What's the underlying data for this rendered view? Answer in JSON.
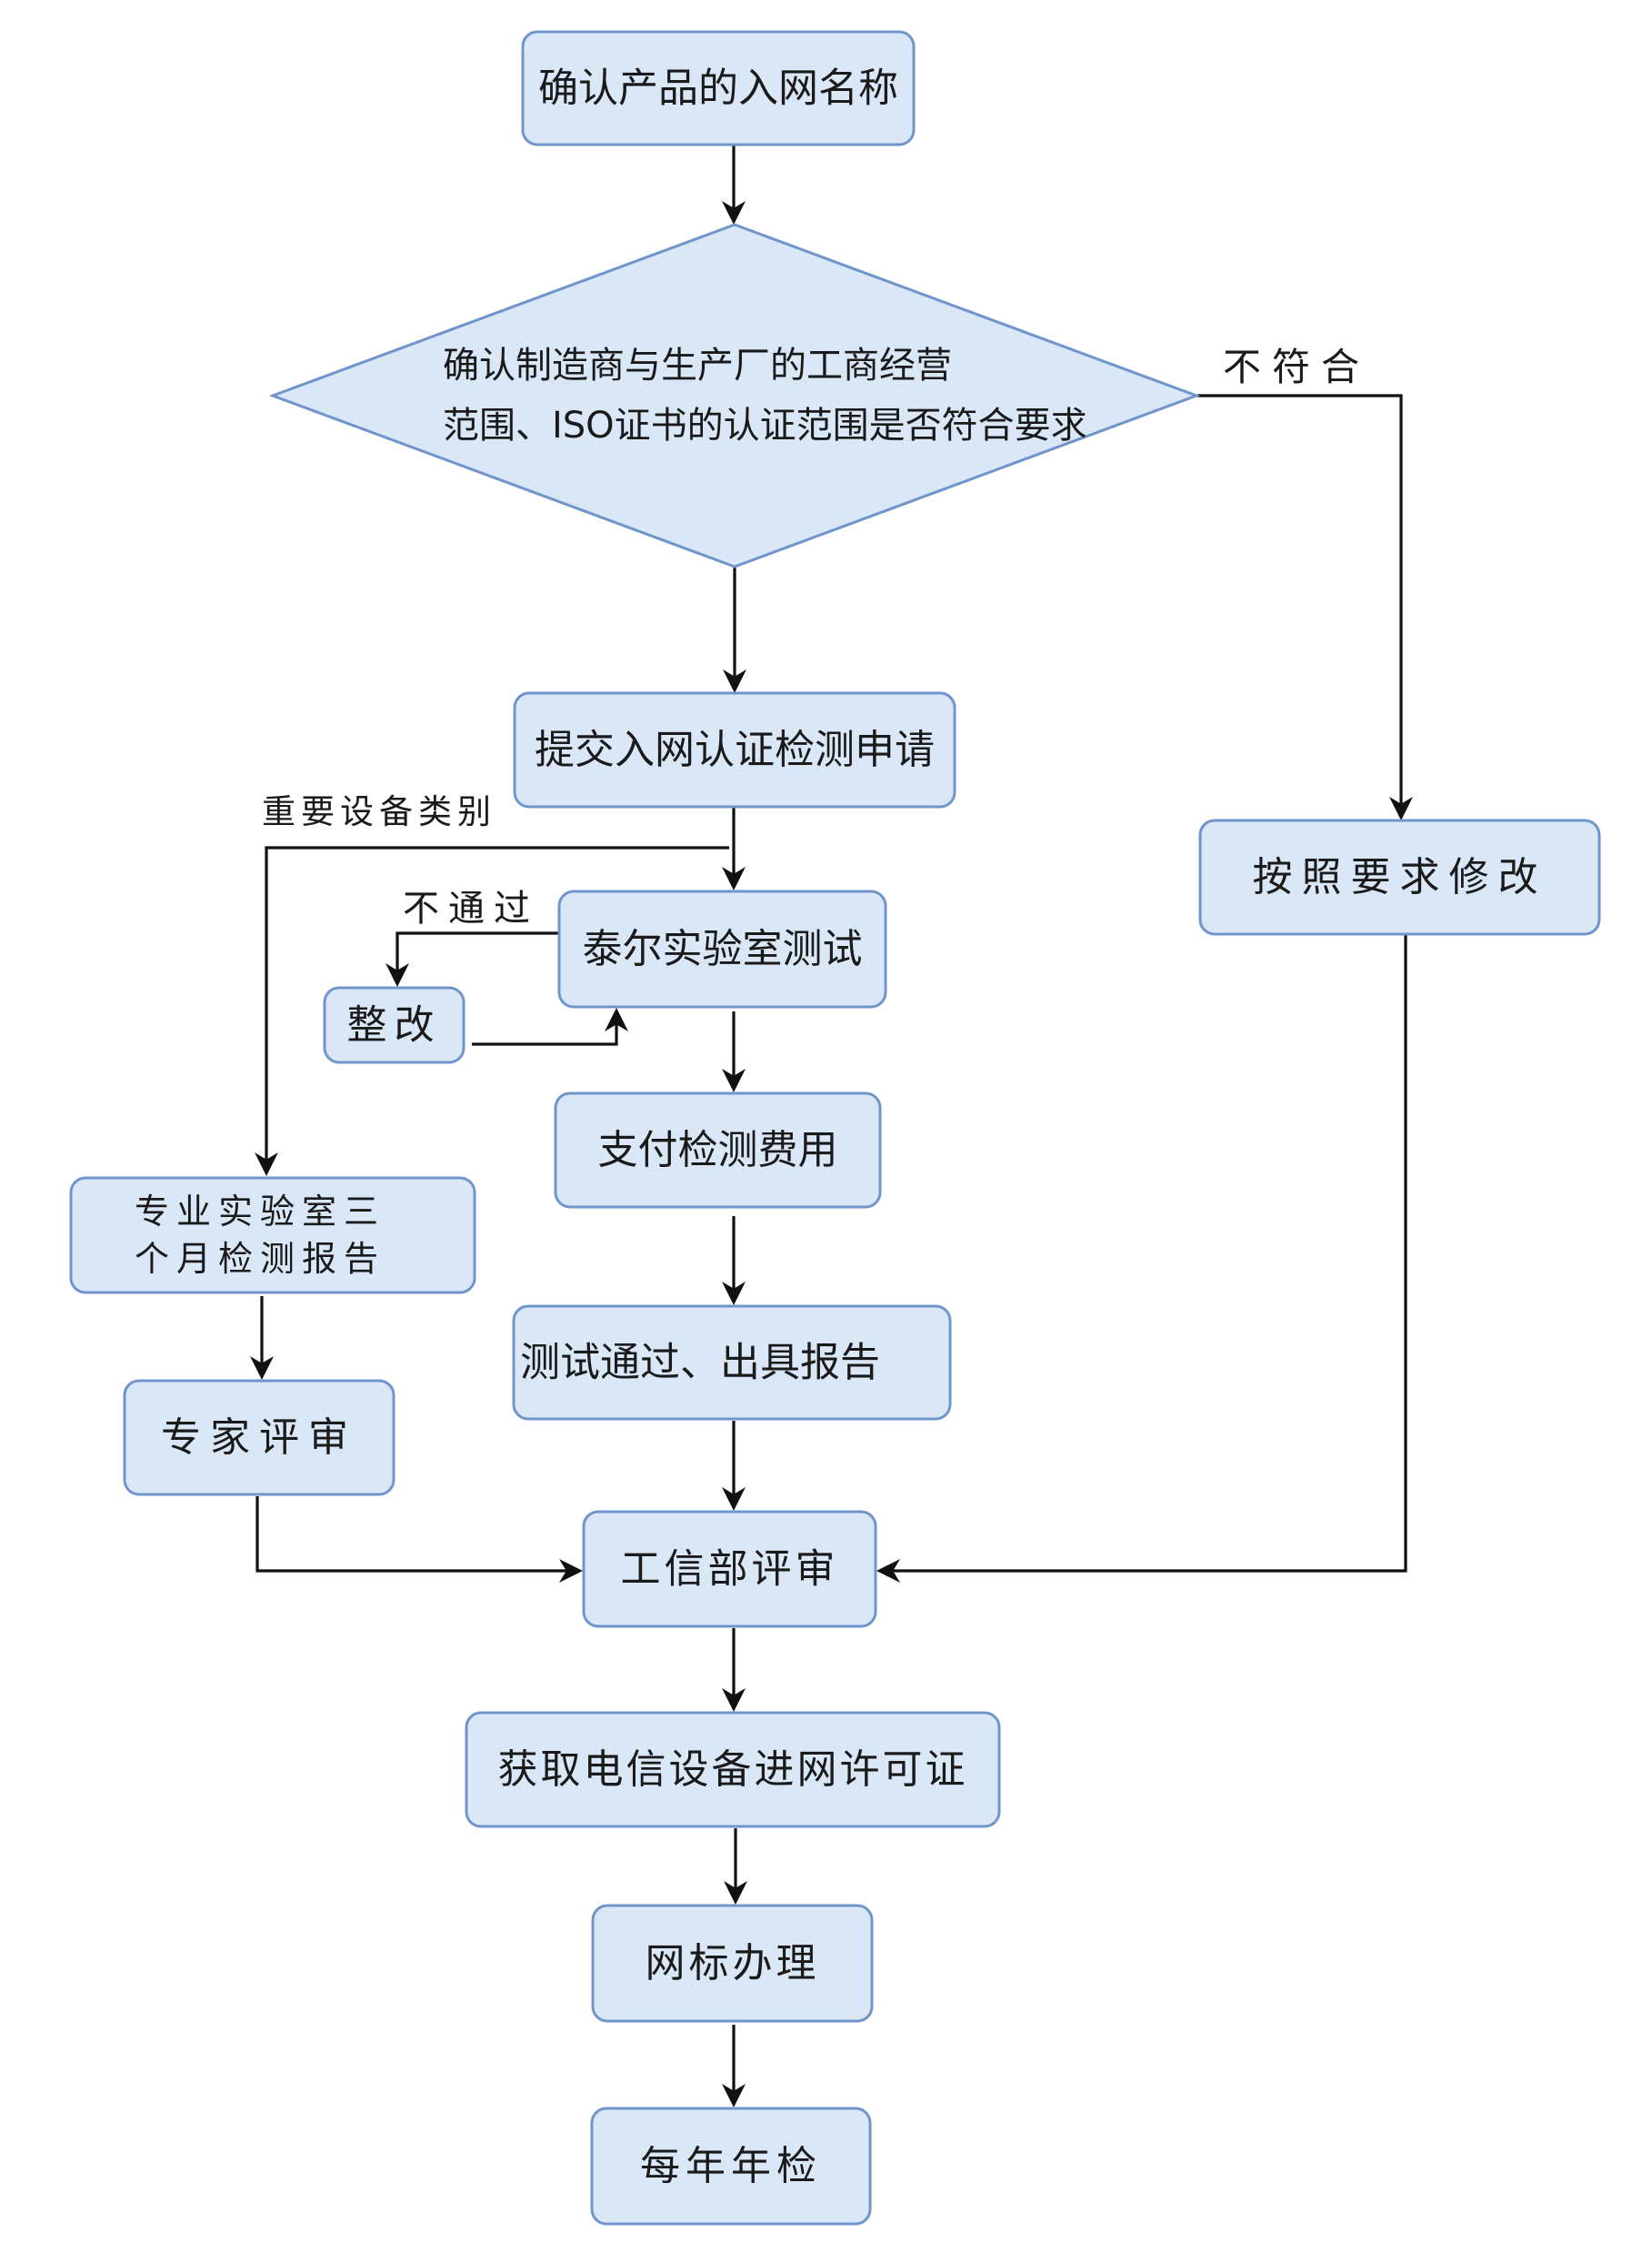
{
  "title": "电信设备进网许可证办理流程",
  "colors": {
    "node_fill": "#dae7f7",
    "node_border": "#7094cc",
    "line": "#111111",
    "text": "#1a1a1a"
  },
  "nodes": [
    {
      "id": "confirm_name",
      "shape": "rect",
      "lines": [
        "确认产品的入网名称"
      ]
    },
    {
      "id": "check_scope",
      "shape": "diamond",
      "lines": [
        "确认制造商与生产厂的工商经营",
        "范围、ISO证书的认证范围是否符合要求"
      ]
    },
    {
      "id": "submit_application",
      "shape": "rect",
      "lines": [
        "提交入网认证检测申请"
      ]
    },
    {
      "id": "modify",
      "shape": "rect",
      "lines": [
        "按照要求修改"
      ]
    },
    {
      "id": "tail_lab_test",
      "shape": "rect",
      "lines": [
        "泰尔实验室测试"
      ]
    },
    {
      "id": "rectify",
      "shape": "rect",
      "lines": [
        "整改"
      ]
    },
    {
      "id": "pay_fee",
      "shape": "rect",
      "lines": [
        "支付检测费用"
      ]
    },
    {
      "id": "pro_lab_report",
      "shape": "rect",
      "lines": [
        "专业实验室三",
        "个月检测报告"
      ]
    },
    {
      "id": "test_passed",
      "shape": "rect",
      "lines": [
        "测试通过、出具报告"
      ]
    },
    {
      "id": "expert_review",
      "shape": "rect",
      "lines": [
        "专家评审"
      ]
    },
    {
      "id": "miit_review",
      "shape": "rect",
      "lines": [
        "工信部评审"
      ]
    },
    {
      "id": "get_license",
      "shape": "rect",
      "lines": [
        "获取电信设备进网许可证"
      ]
    },
    {
      "id": "nal_label",
      "shape": "rect",
      "lines": [
        "网标办理"
      ]
    },
    {
      "id": "annual_check",
      "shape": "rect",
      "lines": [
        "每年年检"
      ]
    }
  ],
  "edges": [
    {
      "from": "confirm_name",
      "to": "check_scope",
      "label": ""
    },
    {
      "from": "check_scope",
      "to": "submit_application",
      "label": ""
    },
    {
      "from": "check_scope",
      "to": "modify",
      "label": "不符合"
    },
    {
      "from": "submit_application",
      "to": "tail_lab_test",
      "label": ""
    },
    {
      "from": "submit_application",
      "to": "pro_lab_report",
      "label": "重要设备类别"
    },
    {
      "from": "tail_lab_test",
      "to": "rectify",
      "label": "不通过"
    },
    {
      "from": "rectify",
      "to": "tail_lab_test",
      "label": ""
    },
    {
      "from": "tail_lab_test",
      "to": "pay_fee",
      "label": ""
    },
    {
      "from": "pay_fee",
      "to": "test_passed",
      "label": ""
    },
    {
      "from": "test_passed",
      "to": "miit_review",
      "label": ""
    },
    {
      "from": "pro_lab_report",
      "to": "expert_review",
      "label": ""
    },
    {
      "from": "expert_review",
      "to": "miit_review",
      "label": ""
    },
    {
      "from": "modify",
      "to": "miit_review",
      "label": ""
    },
    {
      "from": "miit_review",
      "to": "get_license",
      "label": ""
    },
    {
      "from": "get_license",
      "to": "nal_label",
      "label": ""
    },
    {
      "from": "nal_label",
      "to": "annual_check",
      "label": ""
    }
  ]
}
